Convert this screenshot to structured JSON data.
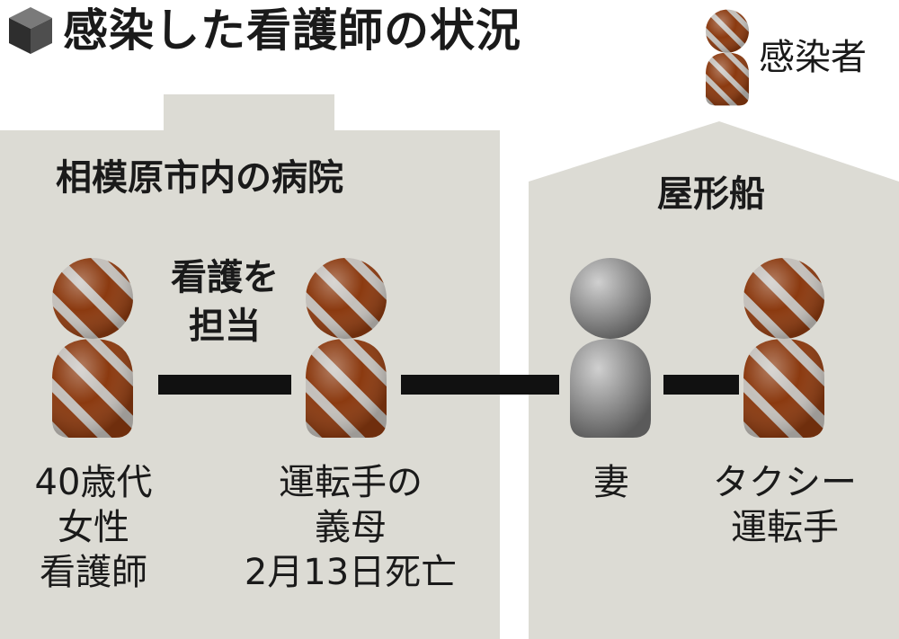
{
  "header": {
    "title": "感染した看護師の状況",
    "icon": "cube-icon"
  },
  "legend": {
    "label": "感染者",
    "icon": "infected-person-icon"
  },
  "colors": {
    "infected_base": "#8b3a10",
    "infected_stripe": "#c4c0bb",
    "uninfected": "#8a8a8a",
    "region_fill": "#dcdbd4",
    "link": "#111111"
  },
  "regions": [
    {
      "id": "hospital",
      "title": "相模原市内の病院"
    },
    {
      "id": "yakatabune",
      "title": "屋形船"
    }
  ],
  "persons": [
    {
      "id": "nurse",
      "infected": true,
      "label": [
        "40歳代",
        "女性",
        "看護師"
      ]
    },
    {
      "id": "mother-in-law",
      "infected": true,
      "label": [
        "運転手の",
        "義母",
        "2月13日死亡"
      ]
    },
    {
      "id": "wife",
      "infected": false,
      "label": [
        "妻"
      ]
    },
    {
      "id": "taxi-driver",
      "infected": true,
      "label": [
        "タクシー",
        "運転手"
      ]
    }
  ],
  "links": [
    {
      "from": "nurse",
      "to": "mother-in-law",
      "note": [
        "看護を",
        "担当"
      ]
    },
    {
      "from": "mother-in-law",
      "to": "wife"
    },
    {
      "from": "wife",
      "to": "taxi-driver"
    }
  ]
}
